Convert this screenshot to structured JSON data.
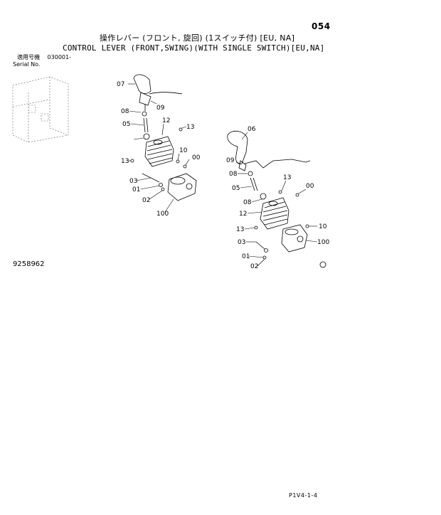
{
  "page_number": "054",
  "title_jp": "操作レバー (フロント, 旋回) (1スイッチ付) [EU, NA]",
  "title_en": "CONTROL LEVER (FRONT,SWING)(WITH SINGLE SWITCH)[EU,NA]",
  "serial_label_jp": "適用号機",
  "serial_value": "030001-",
  "serial_label_en": "Serial No.",
  "drawing_number": "9258962",
  "page_reference": "P1V4-1-4",
  "callouts_left": [
    "07",
    "09",
    "08",
    "05",
    "12",
    "13",
    "13",
    "10",
    "00",
    "03",
    "01",
    "02",
    "100"
  ],
  "callouts_right": [
    "06",
    "09",
    "08",
    "05",
    "13",
    "00",
    "08",
    "12",
    "13",
    "10",
    "03",
    "100",
    "01",
    "02"
  ]
}
